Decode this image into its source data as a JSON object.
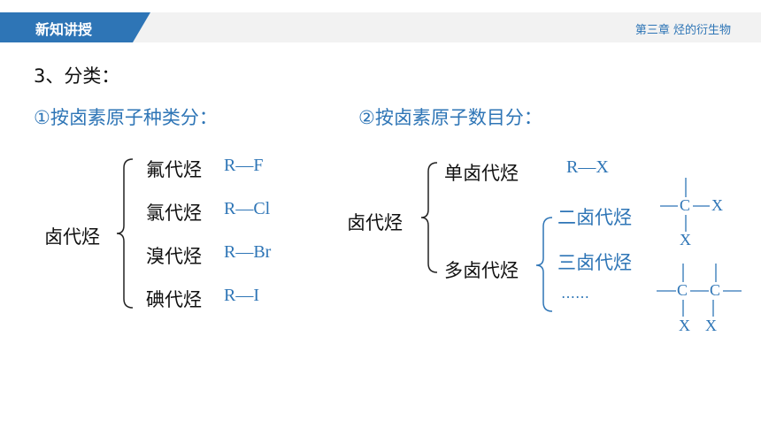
{
  "header": {
    "section": "新知讲授",
    "chapter": "第三章    烃的衍生物"
  },
  "heading": "3、分类：",
  "left": {
    "title": "①按卤素原子种类分：",
    "root": "卤代烃",
    "items": [
      {
        "name": "氟代烃",
        "formula": "R—F"
      },
      {
        "name": "氯代烃",
        "formula": "R—Cl"
      },
      {
        "name": "溴代烃",
        "formula": "R—Br"
      },
      {
        "name": "碘代烃",
        "formula": "R—I"
      }
    ]
  },
  "right": {
    "title": "②按卤素原子数目分：",
    "root": "卤代烃",
    "single": {
      "name": "单卤代烃",
      "formula": "R—X"
    },
    "multi": {
      "name": "多卤代烃",
      "items": [
        "二卤代烃",
        "三卤代烃",
        "……"
      ]
    },
    "struct1": {
      "c": "C",
      "x_right": "X",
      "x_bottom": "X"
    },
    "struct2": {
      "c1": "C",
      "c2": "C",
      "x1": "X",
      "x2": "X"
    }
  },
  "colors": {
    "accent": "#2e75b6",
    "header_bg": "#f2f2f2"
  }
}
